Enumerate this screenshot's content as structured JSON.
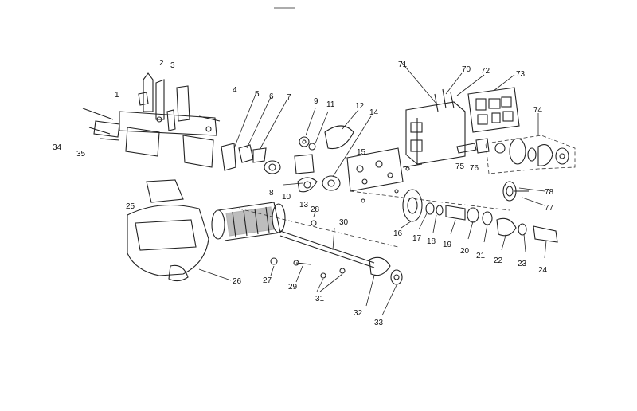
{
  "labels": [
    "1",
    "2",
    "3",
    "4",
    "5",
    "6",
    "7",
    "8",
    "9",
    "10",
    "11",
    "12",
    "13",
    "14",
    "15",
    "16",
    "17",
    "18",
    "19",
    "20",
    "21",
    "22",
    "23",
    "24",
    "25",
    "26",
    "27",
    "28",
    "29",
    "30",
    "31",
    "32",
    "33",
    "34",
    "35",
    "70",
    "71",
    "72",
    "73",
    "74",
    "75",
    "76",
    "77",
    "78"
  ]
}
